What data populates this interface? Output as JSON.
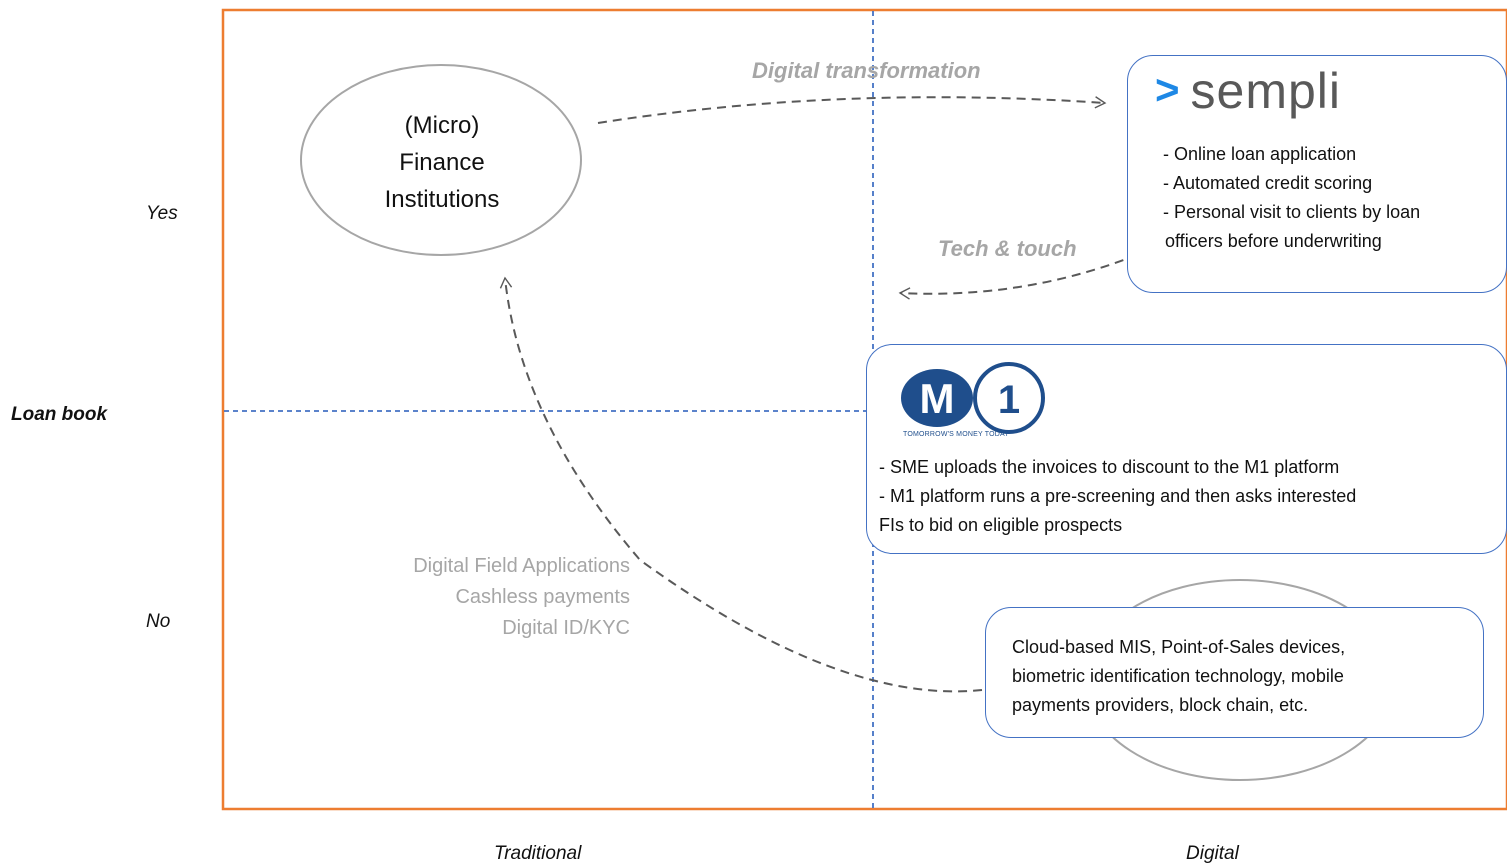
{
  "axes": {
    "y_title": "Loan book",
    "y_top": "Yes",
    "y_bottom": "No",
    "x_left": "Traditional",
    "x_right": "Digital"
  },
  "ellipse": {
    "lines": [
      "(Micro)",
      "Finance",
      "Institutions"
    ]
  },
  "arrows": {
    "digital_transformation": "Digital transformation",
    "tech_touch": "Tech & touch"
  },
  "gray_list": [
    "Digital Field Applications",
    "Cashless payments",
    "Digital ID/KYC"
  ],
  "sempli": {
    "logo_chevron": ">",
    "logo_text": "sempli",
    "lines": [
      "- Online loan application",
      "- Automated credit scoring",
      "- Personal visit to clients by loan",
      "officers before underwriting"
    ]
  },
  "m1": {
    "logo_m": "M",
    "logo_1": "1",
    "tagline": "TOMORROW'S MONEY TODAY",
    "lines": [
      "- SME uploads the invoices to discount to the M1 platform",
      "- M1 platform runs a pre-screening and then asks interested",
      "FIs to bid on eligible prospects"
    ]
  },
  "tech_box": {
    "lines": [
      "Cloud-based MIS, Point-of-Sales devices,",
      "biometric identification technology, mobile",
      "payments providers, block chain, etc."
    ]
  },
  "colors": {
    "frame": "#ed7d31",
    "quadrant_divider": "#4472c4",
    "box_border": "#4472c4",
    "muted_text": "#a6a6a6",
    "arrow": "#595959",
    "sempli_chevron": "#1e88e5",
    "m1_blue": "#1f4e8c"
  }
}
